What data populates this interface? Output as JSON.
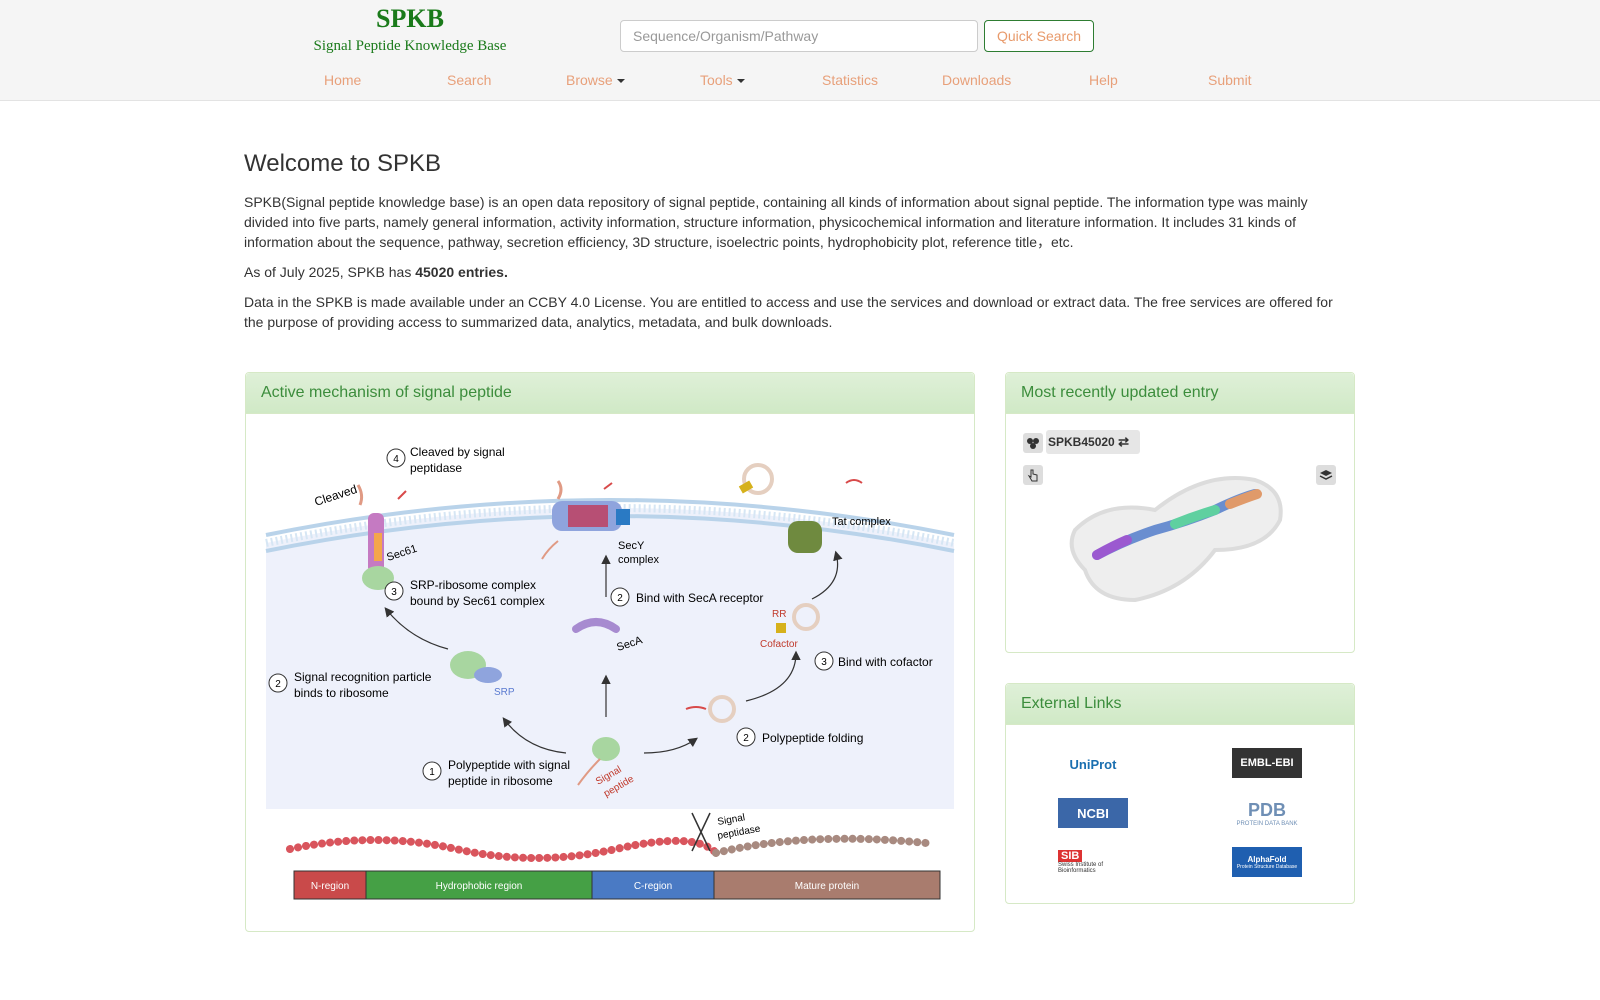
{
  "brand": {
    "title": "SPKB",
    "subtitle": "Signal Peptide Knowledge Base"
  },
  "search": {
    "placeholder": "Sequence/Organism/Pathway",
    "button": "Quick Search"
  },
  "nav": {
    "home": "Home",
    "search": "Search",
    "browse": "Browse",
    "tools": "Tools",
    "statistics": "Statistics",
    "downloads": "Downloads",
    "help": "Help",
    "submit": "Submit"
  },
  "welcome": {
    "heading": "Welcome to SPKB",
    "intro": "SPKB(Signal peptide knowledge base) is an open data repository of signal peptide, containing all kinds of information about signal peptide. The information type was mainly divided into five parts, namely general information, activity information, structure information, physicochemical information and literature information. It includes 31 kinds of information about the sequence, pathway, secretion efficiency, 3D structure, isoelectric points, hydrophobicity plot, reference title，etc.",
    "entries_prefix": "As of July 2025, SPKB has ",
    "entries_count": "45020 entries.",
    "license": "Data in the SPKB is made available under an CCBY 4.0 License. You are entitled to access and use the services and download or extract data. The free services are offered for the purpose of providing access to summarized data, analytics, metadata, and bulk downloads."
  },
  "mechanism": {
    "title": "Active mechanism of signal peptide",
    "labels": {
      "step4": "Cleaved by signal",
      "step4b": "peptidase",
      "cleaved": "Cleaved",
      "sec61": "Sec61",
      "secy": "SecY",
      "secyb": "complex",
      "tat": "Tat complex",
      "step3a": "SRP-ribosome complex",
      "step3ab": "bound by Sec61 complex",
      "step2a": "Bind with SecA receptor",
      "seca": "SecA",
      "cofactor": "Cofactor",
      "rr": "RR",
      "step3b": "Bind with cofactor",
      "step2b": "Signal recognition particle",
      "step2bb": "binds to ribosome",
      "srp": "SRP",
      "step2c": "Polypeptide folding",
      "step1": "Polypeptide with signal",
      "step1b": "peptide in ribosome",
      "sigpep": "Signal",
      "sigpepb": "peptide",
      "sigpeptidase": "Signal",
      "sigpeptidaseb": "peptidase"
    },
    "regions": [
      "N-region",
      "Hydrophobic region",
      "C-region",
      "Mature protein"
    ],
    "colors": {
      "n": "#c94a4a",
      "hydro": "#45a045",
      "c": "#4a7ac4",
      "mature": "#a97c6e"
    }
  },
  "recent": {
    "title": "Most recently updated entry",
    "entry_id": "SPKB45020"
  },
  "links": {
    "title": "External Links",
    "items": [
      "UniProt",
      "EMBL-EBI",
      "NCBI",
      "PDB",
      "SIB",
      "AlphaFold"
    ],
    "sib_sub": "Swiss Institute of Bioinformatics",
    "pdb_sub": "PROTEIN DATA BANK",
    "af_sub": "Protein Structure Database"
  }
}
